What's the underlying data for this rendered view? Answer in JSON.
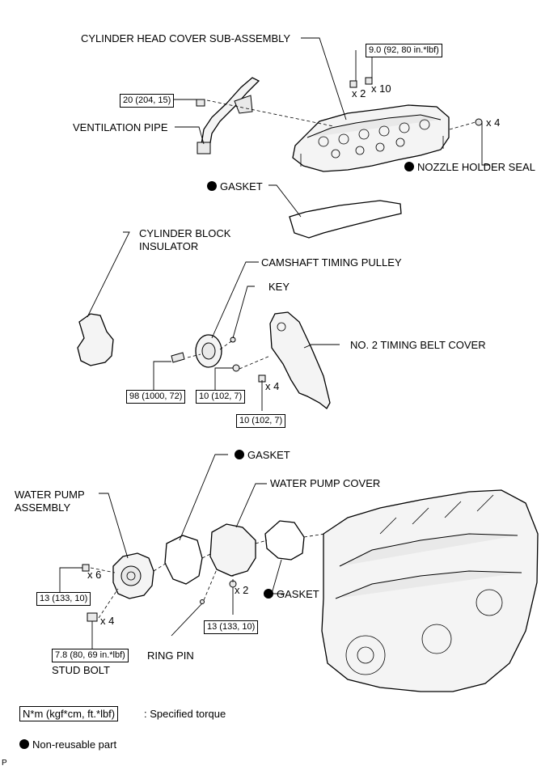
{
  "labels": {
    "cylinder_head_cover": "CYLINDER HEAD COVER SUB-ASSEMBLY",
    "ventilation_pipe": "VENTILATION PIPE",
    "nozzle_holder_seal": "NOZZLE HOLDER SEAL",
    "gasket_head_cover": "GASKET",
    "cylinder_block_insulator_1": "CYLINDER BLOCK",
    "cylinder_block_insulator_2": "INSULATOR",
    "camshaft_timing_pulley": "CAMSHAFT TIMING PULLEY",
    "key": "KEY",
    "no2_timing_belt_cover": "NO. 2 TIMING BELT COVER",
    "gasket_pump": "GASKET",
    "water_pump_cover": "WATER PUMP COVER",
    "water_pump_assembly_1": "WATER PUMP",
    "water_pump_assembly_2": "ASSEMBLY",
    "gasket_cover": "GASKET",
    "ring_pin": "RING PIN",
    "stud_bolt": "STUD BOLT"
  },
  "torques": {
    "head_cover_bolts": "9.0 (92, 80 in.*lbf)",
    "ventilation_pipe_bolt": "20 (204, 15)",
    "pulley_bolt": "98 (1000, 72)",
    "cover_nut": "10 (102, 7)",
    "cover_bolts": "10 (102, 7)",
    "pump_bolts": "13 (133, 10)",
    "pump_cover_nuts": "13 (133, 10)",
    "stud_bolt": "7.8 (80, 69 in.*lbf)"
  },
  "quantities": {
    "head_cover_nuts": "x 2",
    "head_cover_bolts": "x 10",
    "nozzle_seals": "x 4",
    "cover_bolts": "x 4",
    "pump_bolts": "x 6",
    "stud_bolts": "x 4",
    "pump_cover_nuts": "x 2"
  },
  "legend": {
    "torque_unit": "N*m (kgf*cm, ft.*lbf)",
    "torque_text": ": Specified torque",
    "nonreusable_text": "Non-reusable part"
  },
  "footer": {
    "code": "P"
  }
}
